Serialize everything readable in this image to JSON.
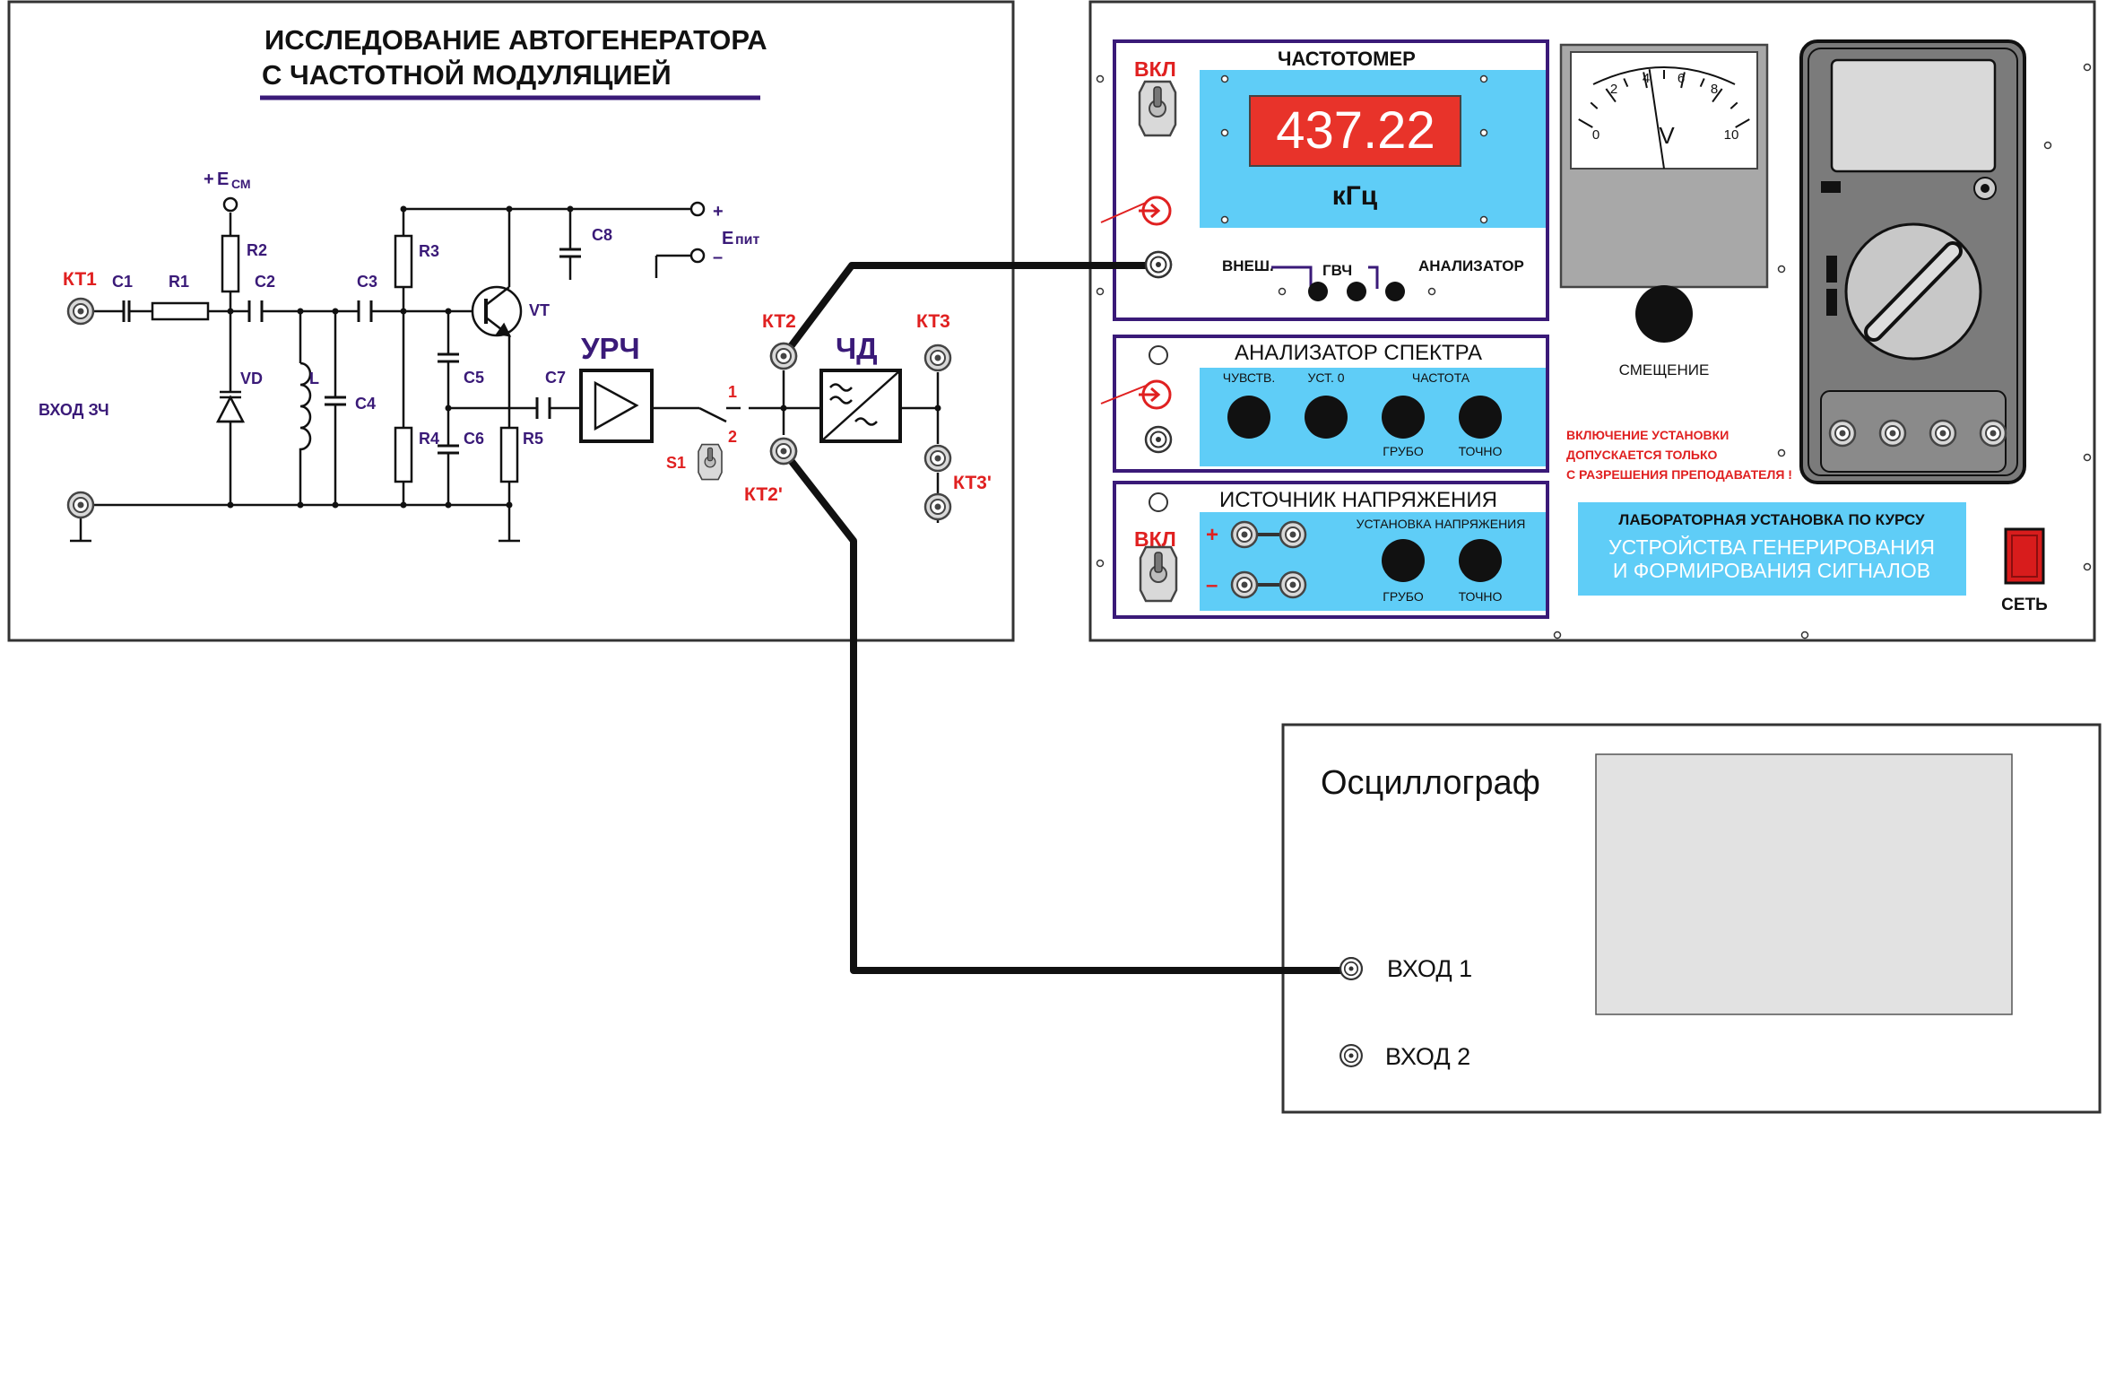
{
  "schematic": {
    "title_line1": "ИССЛЕДОВАНИЕ  АВТОГЕНЕРАТОРА",
    "title_line2": "С  ЧАСТОТНОЙ  МОДУЛЯЦИЕЙ",
    "labels": {
      "kt1": "КТ1",
      "c1": "С1",
      "r1": "R1",
      "c2": "С2",
      "c3": "С3",
      "r2": "R2",
      "e_cm_plus": "+",
      "e_cm": "Е",
      "e_cm_sub": "СМ",
      "r3": "R3",
      "vt": "VT",
      "c8": "С8",
      "e_pit": "Е",
      "e_pit_sub": "пит",
      "plus": "+",
      "minus": "–",
      "vd": "VD",
      "l": "L",
      "c4": "С4",
      "c5": "С5",
      "c6": "С6",
      "r4": "R4",
      "r5": "R5",
      "c7": "С7",
      "input_zch": "ВХОД  ЗЧ",
      "urch": "УРЧ",
      "chd": "ЧД",
      "kt2": "КТ2",
      "kt2p": "КТ2'",
      "kt3": "КТ3",
      "kt3p": "КТ3'",
      "s1": "S1",
      "pos1": "1",
      "pos2": "2"
    }
  },
  "lab_bench": {
    "freq_meter": {
      "on_label": "ВКЛ",
      "title": "ЧАСТОТОМЕР",
      "display_value": "437.22",
      "unit": "кГц",
      "sources": [
        "ВНЕШ.",
        "ГВЧ",
        "АНАЛИЗАТОР"
      ]
    },
    "voltmeter": {
      "scale": [
        "0",
        "2",
        "4",
        "6",
        "8",
        "10"
      ],
      "unit": "V",
      "needle_value": 4.3
    },
    "bias": {
      "label": "СМЕЩЕНИЕ"
    },
    "spectrum_analyzer": {
      "title": "АНАЛИЗАТОР СПЕКТРА",
      "knob_top_labels": [
        "ЧУВСТВ.",
        "УСТ. 0",
        "ЧАСТОТА",
        ""
      ],
      "knob_bottom_labels": [
        "",
        "",
        "ГРУБО",
        "ТОЧНО"
      ]
    },
    "voltage_source": {
      "title": "ИСТОЧНИК НАПРЯЖЕНИЯ",
      "on_label": "ВКЛ",
      "plus": "+",
      "minus": "–",
      "setting": "УСТАНОВКА  НАПРЯЖЕНИЯ",
      "coarse": "ГРУБО",
      "fine": "ТОЧНО"
    },
    "warning": [
      "ВКЛЮЧЕНИЕ УСТАНОВКИ",
      "ДОПУСКАЕТСЯ ТОЛЬКО",
      "С РАЗРЕШЕНИЯ ПРЕПОДАВАТЕЛЯ !"
    ],
    "plate": {
      "line1": "ЛАБОРАТОРНАЯ УСТАНОВКА  ПО КУРСУ",
      "line2": "УСТРОЙСТВА ГЕНЕРИРОВАНИЯ",
      "line3": "И ФОРМИРОВАНИЯ  СИГНАЛОВ"
    },
    "power": {
      "label": "СЕТЬ"
    }
  },
  "oscilloscope": {
    "title": "Осциллограф",
    "input1": "ВХОД 1",
    "input2": "ВХОД 2"
  },
  "colors": {
    "panel_blue": "#5fcdf7",
    "frame_purple": "#3a1a78",
    "label_red": "#e02020",
    "label_purple": "#3a1a78",
    "display_red": "#e8332a",
    "screen_gray": "#e2e2e2",
    "voltmeter_body": "#a8a8a8",
    "multimeter_body": "#7b7b7b",
    "power_red": "#d81c1c"
  }
}
